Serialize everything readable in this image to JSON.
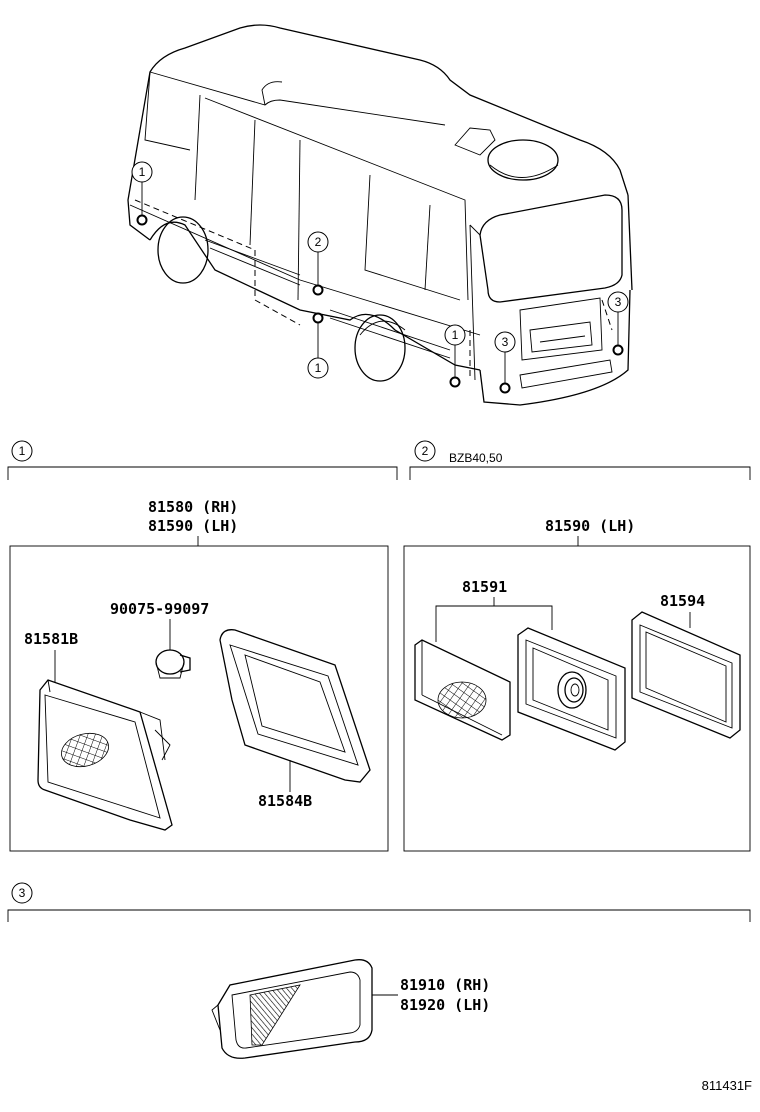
{
  "illustration_id": "811431F",
  "vehicle_callouts": [
    "1",
    "2",
    "1",
    "1",
    "3",
    "3"
  ],
  "sections": [
    {
      "number": "1",
      "note": "",
      "assembly": [
        "81580 (RH)",
        "81590 (LH)"
      ],
      "parts": [
        {
          "label": "90075-99097"
        },
        {
          "label": "81581B"
        },
        {
          "label": "81584B"
        }
      ]
    },
    {
      "number": "2",
      "note": "BZB40,50",
      "assembly": [
        "81590 (LH)"
      ],
      "parts": [
        {
          "label": "81591"
        },
        {
          "label": "81594"
        }
      ]
    },
    {
      "number": "3",
      "note": "",
      "assembly": [
        "81910 (RH)",
        "81920 (LH)"
      ],
      "parts": []
    }
  ]
}
